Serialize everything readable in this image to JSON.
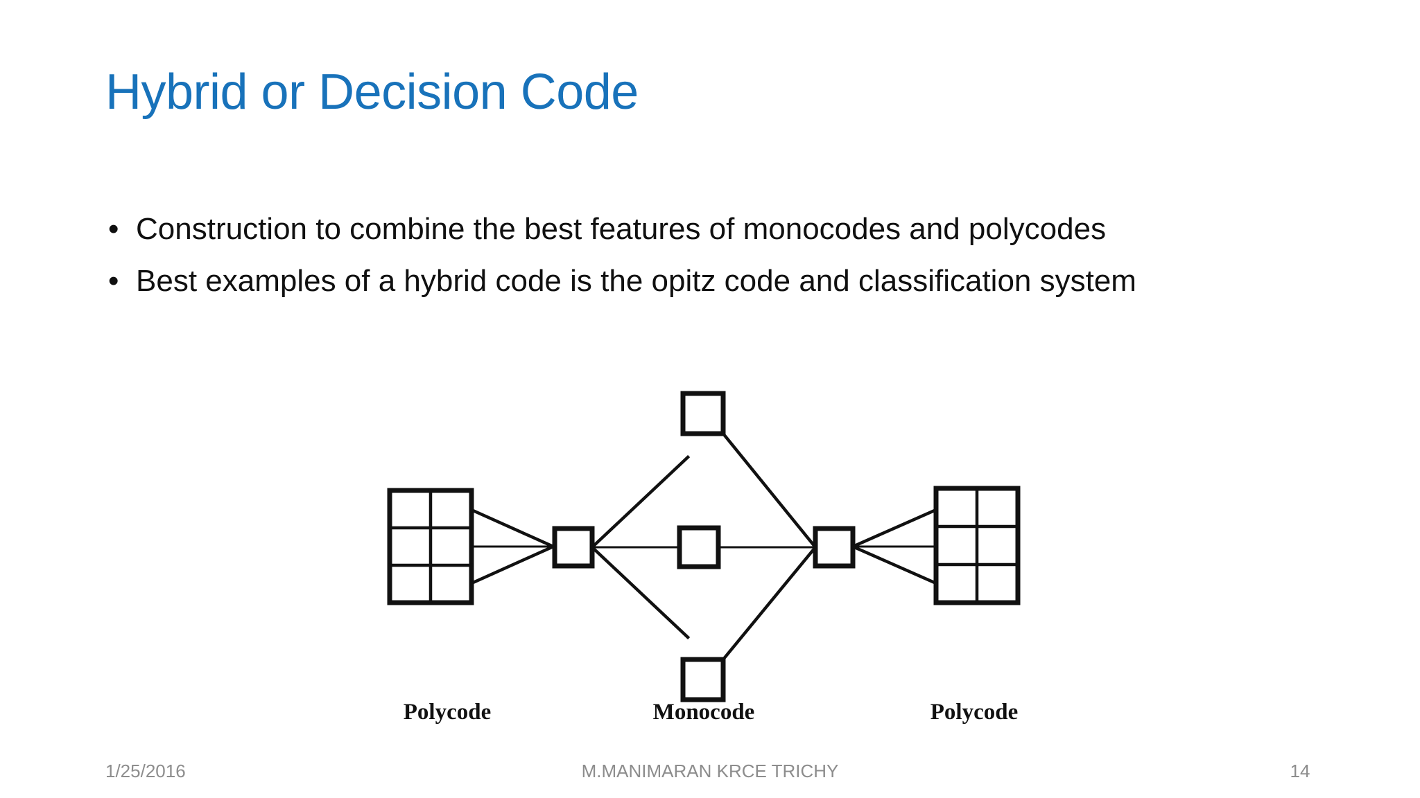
{
  "slide": {
    "title": "Hybrid or Decision Code",
    "title_color": "#1872BA",
    "background_color": "#FFFFFF",
    "body_text_color": "#101010",
    "bullet_glyph": "•",
    "bullets": [
      "Construction to combine the best features of monocodes and polycodes",
      "Best examples of a hybrid code is the opitz code and classification system"
    ]
  },
  "diagram": {
    "labels": {
      "left": "Polycode",
      "middle": "Monocode",
      "right": "Polycode"
    },
    "grid_left": {
      "columns": 2,
      "rows": 3
    },
    "grid_right": {
      "columns": 2,
      "rows": 3
    },
    "node_count": 5,
    "line_color": "#111111"
  },
  "footer": {
    "date": "1/25/2016",
    "center": "M.MANIMARAN KRCE TRICHY",
    "page_number": "14",
    "color": "#8D8D8D"
  }
}
